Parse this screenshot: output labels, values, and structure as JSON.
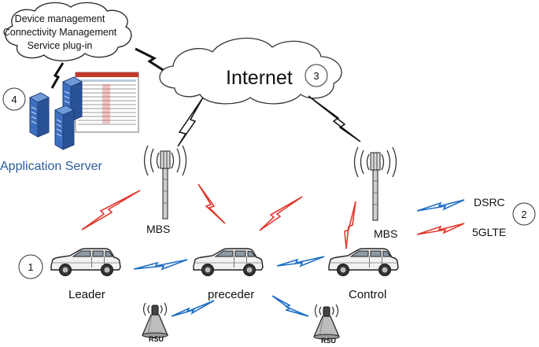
{
  "mgmt_cloud": {
    "lines": [
      "Device management",
      "Connectivity Management",
      "Service plug-in"
    ]
  },
  "internet_cloud": {
    "label": "Internet",
    "number": "3"
  },
  "app_server": {
    "label": "Application Server",
    "number": "4"
  },
  "towers": {
    "left_label": "MBS",
    "right_label": "MBS"
  },
  "vehicles": {
    "leader": "Leader",
    "preceder": "preceder",
    "control": "Control",
    "number": "1"
  },
  "rsus": {
    "left_label": "RSU",
    "right_label": "RSU"
  },
  "legend": {
    "number": "2",
    "dsrc": "DSRC",
    "lte": "5GLTE",
    "dsrc_color": "#1f6fc4",
    "lte_color": "#e03a2f"
  },
  "icons": {
    "tower": "cell-tower-icon",
    "car": "suv-car-icon",
    "rsu": "roadside-unit-icon",
    "server": "server-rack-icon",
    "monitor": "dashboard-screen-icon"
  }
}
